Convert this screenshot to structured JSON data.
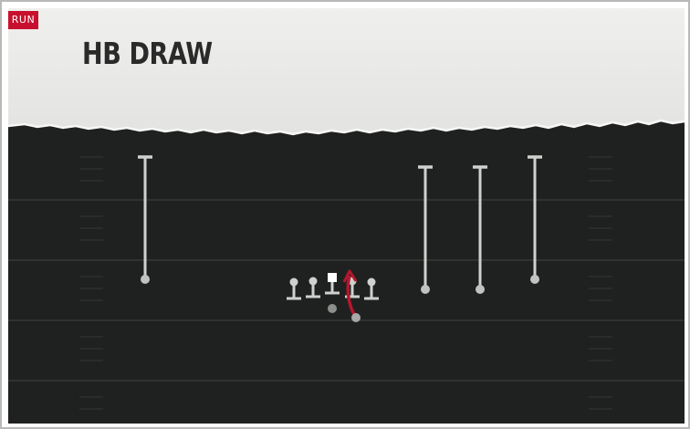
{
  "play_tag": "RUN",
  "play_title": "HB DRAW",
  "colors": {
    "tag_background": "#c8102e",
    "field": "#1f2120",
    "paper": "#e6e6e4",
    "route": "#d0d0ce",
    "run_path": "#b5172e"
  },
  "players": {
    "receivers": [
      "WR",
      "WR",
      "WR",
      "WR"
    ],
    "line": [
      "T",
      "G",
      "C",
      "G",
      "T"
    ],
    "quarterback": "QB",
    "running_back": "HB"
  }
}
